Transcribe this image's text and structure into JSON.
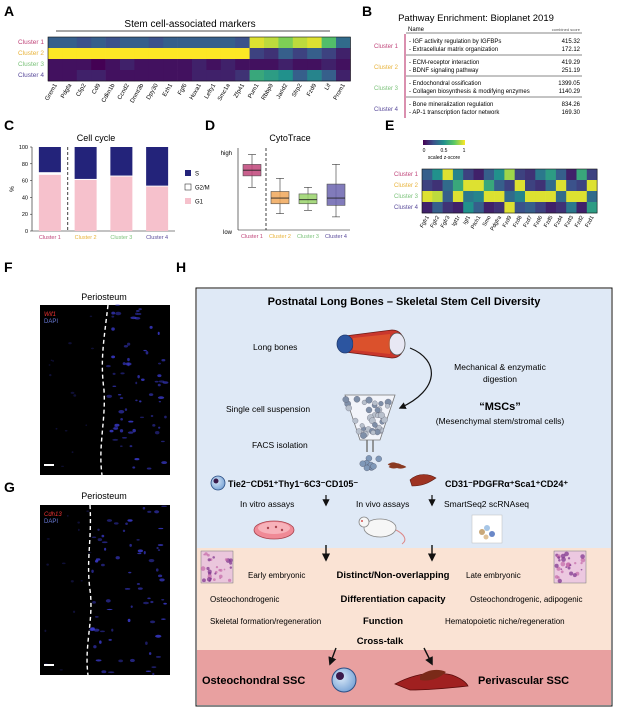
{
  "panel_letters": {
    "A": "A",
    "B": "B",
    "C": "C",
    "D": "D",
    "E": "E",
    "F": "F",
    "G": "G",
    "H": "H"
  },
  "colors": {
    "cluster1": "#c0457a",
    "cluster2": "#e8b33a",
    "cluster3": "#7bc27a",
    "cluster4": "#5a4b9b",
    "s_phase": "#23237a",
    "g1": "#f6c1cc",
    "box1": "#c0457a",
    "box2": "#f0a85a",
    "box3": "#9ad46b",
    "box4": "#6c64b0",
    "flow_bg": "#dfe9f6",
    "bottom_bg": "#fae3d4",
    "ssc_bg": "#e8a0a0"
  },
  "clusters": [
    "Cluster 1",
    "Cluster 2",
    "Cluster 3",
    "Cluster 4"
  ],
  "panelA": {
    "title": "Stem cell-associated markers",
    "genes": [
      "Grem1",
      "Pdgfa",
      "Clip2",
      "Cd9",
      "Cdkn1b",
      "Ccnd2",
      "Dnmt3b",
      "Dpy30",
      "Ezh1",
      "Fgf6",
      "Hoxa1",
      "Lefty1",
      "Smc1a",
      "Zfp41",
      "Pum1",
      "Rbbp9",
      "Jarid2",
      "Sfrp2",
      "Fzd9",
      "Lif",
      "Prom1"
    ]
  },
  "panelB": {
    "title": "Pathway Enrichment: Bioplanet 2019",
    "col_name": "Name",
    "col_score": "combined score",
    "rows": [
      {
        "cluster": "Cluster 1",
        "items": [
          {
            "name": "- IGF activity regulation by IGFBPs",
            "score": "415.32"
          },
          {
            "name": "- Extracellular matrix organization",
            "score": "172.12"
          }
        ]
      },
      {
        "cluster": "Cluster 2",
        "items": [
          {
            "name": "- ECM-receptor interaction",
            "score": "419.29"
          },
          {
            "name": "- BDNF signaling pathway",
            "score": "251.19"
          }
        ]
      },
      {
        "cluster": "Cluster 3",
        "items": [
          {
            "name": "- Endochondral ossification",
            "score": "1399.05"
          },
          {
            "name": "- Collagen biosynthesis & modifying enzymes",
            "score": "1140.29"
          }
        ]
      },
      {
        "cluster": "Cluster 4",
        "items": [
          {
            "name": "- Bone mineralization regulation",
            "score": "834.26"
          },
          {
            "name": "- AP-1 transcription factor network",
            "score": "169.30"
          }
        ]
      }
    ]
  },
  "panelE": {
    "legend_ticks": [
      "0",
      "0.5",
      "1"
    ],
    "legend_label": "scaled z-score",
    "genes": [
      "Fgfr1",
      "Fgfr2",
      "Fgfr3",
      "Igf1r",
      "Igf1",
      "Ptch1",
      "Smo",
      "Pdgfra",
      "Fzd9",
      "Fzd8",
      "Fzd7",
      "Fzd6",
      "Fzd5",
      "Fzd4",
      "Fzd3",
      "Fzd2",
      "Fzd1"
    ]
  },
  "panelF": {
    "title": "Periosteum",
    "label_red": "Wif1",
    "label_blue": "DAPI"
  },
  "panelG": {
    "title": "Periosteum",
    "label_red": "Cdh13",
    "label_blue": "DAPI"
  },
  "panelH": {
    "title": "Postnatal Long Bones – Skeletal Stem Cell Diversity",
    "long_bones": "Long bones",
    "digestion_1": "Mechanical & enzymatic",
    "digestion_2": "digestion",
    "single_cell": "Single cell suspension",
    "mscs": "“MSCs”",
    "mscs_sub": "(Mesenchymal stem/stromal cells)",
    "facs": "FACS isolation",
    "left_markers": "Tie2⁻CD51⁺Thy1⁻6C3⁻CD105⁻",
    "right_markers": "CD31⁻PDGFRα⁺Sca1⁺CD24⁺",
    "invitro": "In vitro assays",
    "invivo": "In vivo assays",
    "smartseq": "SmartSeq2 scRNAseq",
    "early": "Early embryonic",
    "distinct": "Distinct/Non-overlapping",
    "late": "Late embryonic",
    "osteo_left": "Osteochondrogenic",
    "diff": "Differentiation capacity",
    "osteo_right": "Osteochondrogenic, adipogenic",
    "skeletal": "Skeletal formation/regeneration",
    "function": "Function",
    "hema": "Hematopoietic niche/regeneration",
    "crosstalk": "Cross-talk",
    "osteochondral": "Osteochondral SSC",
    "perivascular": "Perivascular SSC"
  },
  "chart_data": [
    {
      "type": "bar",
      "title": "Cell cycle",
      "categories": [
        "Cluster 1",
        "Cluster 2",
        "Cluster 3",
        "Cluster 4"
      ],
      "ylabel": "%",
      "ylim": [
        0,
        100
      ],
      "yticks": [
        "0",
        "20",
        "40",
        "60",
        "80",
        "100"
      ],
      "legend": [
        "S",
        "G2/M",
        "G1"
      ],
      "series": [
        {
          "name": "G1",
          "values": [
            67,
            61,
            65,
            53
          ]
        },
        {
          "name": "G2/M",
          "values": [
            3,
            1,
            1,
            1
          ]
        },
        {
          "name": "S",
          "values": [
            30,
            38,
            34,
            46
          ]
        }
      ]
    },
    {
      "type": "box",
      "title": "CytoTrace",
      "categories": [
        "Cluster 1",
        "Cluster 2",
        "Cluster 3",
        "Cluster 4"
      ],
      "ylabels": [
        "high",
        "low"
      ],
      "ylim": [
        0,
        1
      ],
      "boxes": [
        {
          "min": 0.52,
          "q1": 0.66,
          "median": 0.73,
          "q3": 0.8,
          "max": 0.92
        },
        {
          "min": 0.2,
          "q1": 0.32,
          "median": 0.39,
          "q3": 0.47,
          "max": 0.63
        },
        {
          "min": 0.24,
          "q1": 0.32,
          "median": 0.37,
          "q3": 0.44,
          "max": 0.52
        },
        {
          "min": 0.16,
          "q1": 0.3,
          "median": 0.39,
          "q3": 0.56,
          "max": 0.8
        }
      ]
    },
    {
      "type": "heatmap",
      "title": "Stem cell-associated markers",
      "rows": [
        "Cluster 1",
        "Cluster 2",
        "Cluster 3",
        "Cluster 4"
      ],
      "cols": [
        "Grem1",
        "Pdgfa",
        "Clip2",
        "Cd9",
        "Cdkn1b",
        "Ccnd2",
        "Dnmt3b",
        "Dpy30",
        "Ezh1",
        "Fgf6",
        "Hoxa1",
        "Lefty1",
        "Smc1a",
        "Zfp41",
        "Pum1",
        "Rbbp9",
        "Jarid2",
        "Sfrp2",
        "Fzd9",
        "Lif",
        "Prom1"
      ],
      "values": [
        [
          0.3,
          0.3,
          0.25,
          0.3,
          0.25,
          0.3,
          0.3,
          0.25,
          0.3,
          0.3,
          0.3,
          0.3,
          0.3,
          0.25,
          0.95,
          0.9,
          0.8,
          0.9,
          0.95,
          0.7,
          0.35
        ],
        [
          1.0,
          1.0,
          1.0,
          1.0,
          1.0,
          1.0,
          1.0,
          1.0,
          1.0,
          1.0,
          1.0,
          1.0,
          1.0,
          1.0,
          0.2,
          0.15,
          0.3,
          0.2,
          0.3,
          0.2,
          0.1
        ],
        [
          0.05,
          0.05,
          0.05,
          0.0,
          0.05,
          0.1,
          0.05,
          0.05,
          0.05,
          0.05,
          0.1,
          0.05,
          0.1,
          0.05,
          0.05,
          0.05,
          0.1,
          0.05,
          0.05,
          0.1,
          0.05
        ],
        [
          0.05,
          0.05,
          0.1,
          0.1,
          0.05,
          0.05,
          0.05,
          0.05,
          0.05,
          0.05,
          0.1,
          0.1,
          0.1,
          0.15,
          0.6,
          0.55,
          0.5,
          0.3,
          0.45,
          0.3,
          0.1
        ]
      ]
    },
    {
      "type": "heatmap",
      "title": "",
      "rows": [
        "Cluster 1",
        "Cluster 2",
        "Cluster 3",
        "Cluster 4"
      ],
      "cols": [
        "Fgfr1",
        "Fgfr2",
        "Fgfr3",
        "Igf1r",
        "Igf1",
        "Ptch1",
        "Smo",
        "Pdgfra",
        "Fzd9",
        "Fzd8",
        "Fzd7",
        "Fzd6",
        "Fzd5",
        "Fzd4",
        "Fzd3",
        "Fzd2",
        "Fzd1"
      ],
      "values": [
        [
          0.3,
          0.5,
          0.95,
          0.45,
          0.2,
          0.1,
          0.3,
          0.5,
          0.85,
          0.2,
          0.15,
          0.4,
          0.55,
          0.3,
          0.1,
          0.6,
          0.2
        ],
        [
          0.2,
          0.15,
          0.35,
          0.6,
          0.95,
          0.95,
          0.6,
          0.3,
          0.2,
          0.95,
          0.2,
          0.15,
          0.35,
          0.95,
          0.25,
          0.2,
          0.95
        ],
        [
          0.95,
          0.9,
          0.3,
          0.95,
          0.4,
          0.45,
          0.95,
          0.95,
          0.35,
          0.45,
          0.95,
          0.95,
          0.95,
          0.35,
          0.95,
          0.95,
          0.35
        ],
        [
          0.1,
          0.3,
          0.15,
          0.1,
          0.5,
          0.3,
          0.1,
          0.15,
          0.95,
          0.25,
          0.3,
          0.2,
          0.1,
          0.15,
          0.4,
          0.1,
          0.55
        ]
      ]
    }
  ]
}
